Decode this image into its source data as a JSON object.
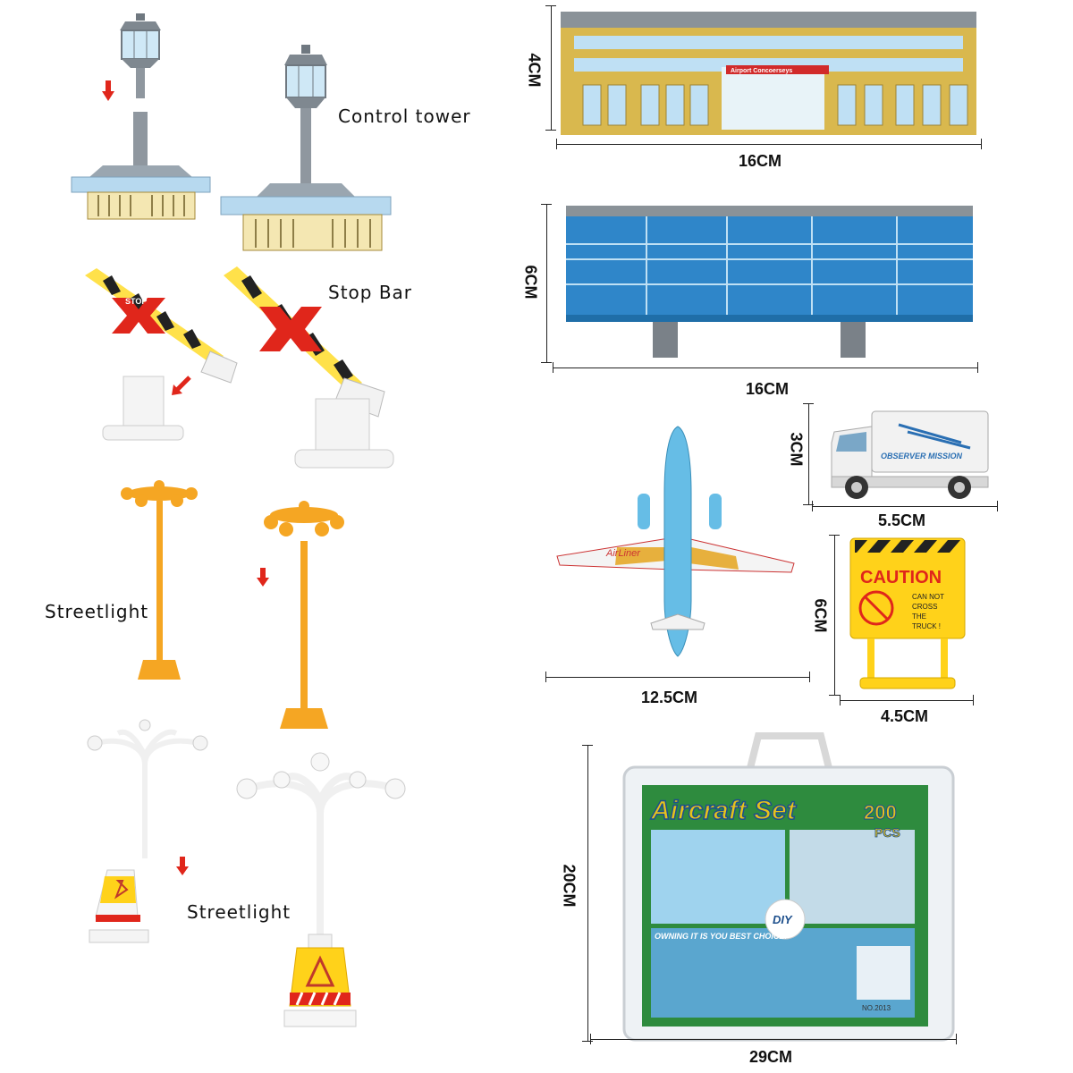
{
  "labels": {
    "control_tower": "Control tower",
    "stop_bar": "Stop Bar",
    "streetlight_1": "Streetlight",
    "streetlight_2": "Streetlight"
  },
  "dimensions": {
    "terminal_height": "4CM",
    "terminal_width": "16CM",
    "bridge_height": "6CM",
    "bridge_width": "16CM",
    "truck_height": "3CM",
    "truck_width": "5.5CM",
    "plane_width": "12.5CM",
    "caution_height": "6CM",
    "caution_width": "4.5CM",
    "bag_height": "20CM",
    "bag_width": "29CM"
  },
  "product_text": {
    "terminal_sign": "Airport Concoerseys",
    "truck_text": "OBSERVER MISSION",
    "caution_title": "CAUTION",
    "caution_line1": "CAN NOT",
    "caution_line2": "CROSS",
    "caution_line3": "THE",
    "caution_line4": "TRUCK !",
    "plane_text": "AirLiner",
    "stop_text": "STOP",
    "bag_title": "Aircraft Set",
    "bag_count": "200",
    "bag_pcs": "PCS",
    "bag_diy": "DIY",
    "bag_slogan": "OWNING IT IS YOU BEST CHOICE!",
    "bag_model": "NO.2013"
  },
  "colors": {
    "tower_grey": "#8f979f",
    "building_yellow": "#d9b84e",
    "glass_blue": "#bfe0f4",
    "bridge_blue": "#2f86c9",
    "plane_blue": "#66bde6",
    "orange": "#f5a623",
    "caution_yellow": "#ffd21a",
    "arrow_red": "#e0261b"
  }
}
